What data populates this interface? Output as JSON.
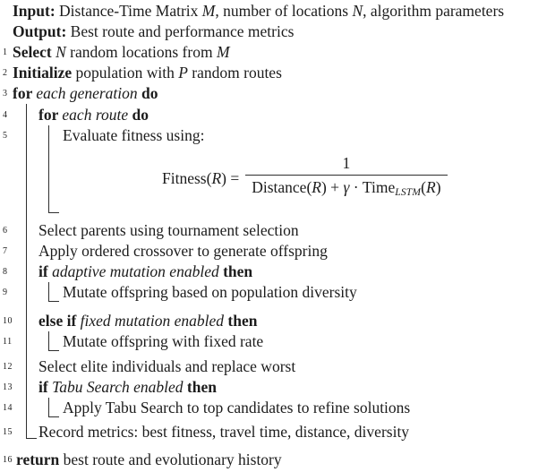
{
  "doc": {
    "colors": {
      "text": "#1c1c1c",
      "rule": "#2e2e2e",
      "background": "#ffffff"
    },
    "header": {
      "input_label": "Input: ",
      "input_seg1": "Distance-Time Matrix ",
      "input_var1": "M",
      "input_seg2": ", number of locations ",
      "input_var2": "N",
      "input_seg3": ", algorithm parameters",
      "output_label": "Output: ",
      "output_text": "Best route and performance metrics"
    },
    "lines": {
      "l1": {
        "num": "1",
        "kw": "Select ",
        "var1": "N",
        "t1": " random locations from ",
        "var2": "M"
      },
      "l2": {
        "num": "2",
        "kw": "Initialize ",
        "t1": "population with ",
        "var1": "P",
        "t2": " random routes"
      },
      "l3": {
        "num": "3",
        "kw1": "for ",
        "cond": "each generation",
        "kw2": " do"
      },
      "l4": {
        "num": "4",
        "kw1": "for ",
        "cond": "each route",
        "kw2": " do"
      },
      "l5": {
        "num": "5",
        "t1": "Evaluate fitness using:"
      },
      "l6": {
        "num": "6",
        "t1": "Select parents using tournament selection"
      },
      "l7": {
        "num": "7",
        "t1": "Apply ordered crossover to generate offspring"
      },
      "l8": {
        "num": "8",
        "kw1": "if ",
        "cond": "adaptive mutation enabled",
        "kw2": " then"
      },
      "l9": {
        "num": "9",
        "t1": "Mutate offspring based on population diversity"
      },
      "l10": {
        "num": "10",
        "kw1": "else if ",
        "cond": "fixed mutation enabled",
        "kw2": " then"
      },
      "l11": {
        "num": "11",
        "t1": "Mutate offspring with fixed rate"
      },
      "l12": {
        "num": "12",
        "t1": "Select elite individuals and replace worst"
      },
      "l13": {
        "num": "13",
        "kw1": "if ",
        "cond": "Tabu Search enabled",
        "kw2": " then"
      },
      "l14": {
        "num": "14",
        "t1": "Apply Tabu Search to top candidates to refine solutions"
      },
      "l15": {
        "num": "15",
        "t1": "Record metrics: best fitness, travel time, distance, diversity"
      },
      "l16": {
        "num": "16",
        "kw": "return ",
        "t1": "best route and evolutionary history"
      }
    },
    "formula": {
      "lhs_fn": "Fitness(",
      "lhs_var": "R",
      "lhs_eq": ") =",
      "numerator": "1",
      "den_fn": "Distance(",
      "den_var1": "R",
      "den_plus": ") + ",
      "den_gamma": "γ",
      "den_cdot": " · ",
      "den_time": "Time",
      "den_sub": "LSTM",
      "den_open": "(",
      "den_var2": "R",
      "den_close": ")"
    }
  }
}
